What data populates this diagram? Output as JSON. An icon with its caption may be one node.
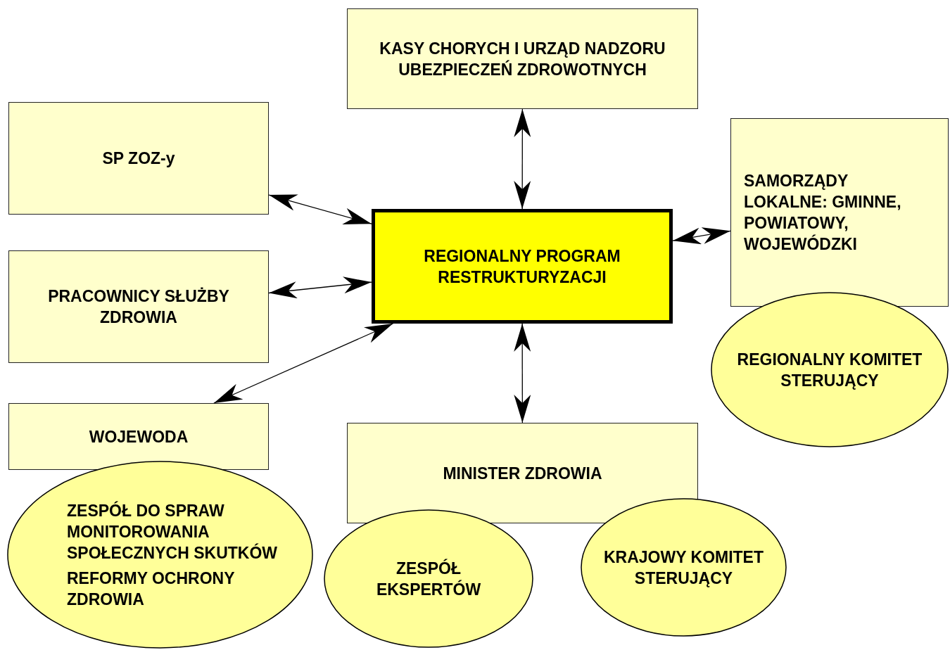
{
  "diagram": {
    "nodes": [
      {
        "text": [
          "REGIONALNY PROGRAM RESTRUKTURYZACJI"
        ]
      },
      {
        "text": [
          "KASY CHORYCH I URZĄD NADZORU UBEZPIECZEŃ ZDROWOTNYCH"
        ]
      },
      {
        "text": [
          "SP ZOZ-y"
        ]
      },
      {
        "text": [
          "SAMORZĄDY LOKALNE: GMINNE, POWIATOWY, WOJEWÓDZKI"
        ]
      },
      {
        "text": [
          "PRACOWNICY SŁUŻBY ZDROWIA"
        ]
      },
      {
        "text": [
          "WOJEWODA"
        ]
      },
      {
        "text": [
          "MINISTER ZDROWIA"
        ]
      },
      {
        "text": [
          "REGIONALNY KOMITET STERUJĄCY"
        ]
      },
      {
        "text": [
          "ZESPÓŁ DO SPRAW MONITOROWANIA SPOŁECZNYCH SKUTKÓW",
          "REFORMY OCHRONY ZDROWIA"
        ]
      },
      {
        "text": [
          "ZESPÓŁ EKSPERTÓW"
        ]
      },
      {
        "text": [
          "KRAJOWY KOMITET STERUJĄCY"
        ]
      }
    ],
    "edges": [
      {
        "from": 0,
        "to": 1,
        "arrow": "both"
      },
      {
        "from": 0,
        "to": 2,
        "arrow": "both"
      },
      {
        "from": 0,
        "to": 3,
        "arrow": "both"
      },
      {
        "from": 0,
        "to": 4,
        "arrow": "both"
      },
      {
        "from": 0,
        "to": 5,
        "arrow": "both"
      },
      {
        "from": 0,
        "to": 6,
        "arrow": "both"
      }
    ]
  }
}
